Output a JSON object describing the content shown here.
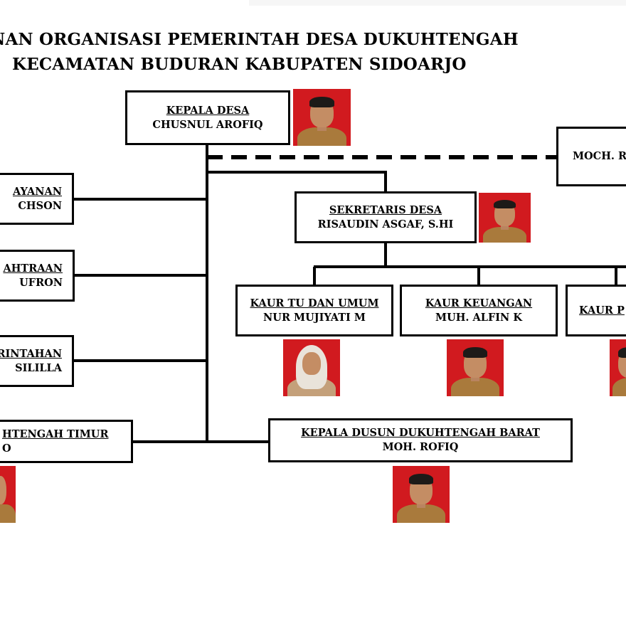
{
  "title": {
    "line1": "UNAN ORGANISASI PEMERINTAH DESA DUKUHTENGAH",
    "line2": "KECAMATAN BUDURAN KABUPATEN SIDOARJO"
  },
  "kepala_desa": {
    "role": "KEPALA DESA",
    "name": "CHUSNUL AROFIQ"
  },
  "bpd_box": {
    "name": "MOCH. R"
  },
  "sekretaris": {
    "role": "SEKRETARIS DESA",
    "name": "RISAUDIN ASGAF, S.HI"
  },
  "kasi": [
    {
      "role": "AYANAN",
      "name": "CHSON"
    },
    {
      "role": "AHTRAAN",
      "name": "UFRON"
    },
    {
      "role": "RINTAHAN",
      "name": "SILILLA"
    }
  ],
  "kaur": [
    {
      "role": "KAUR TU DAN UMUM",
      "name": "NUR MUJIYATI M"
    },
    {
      "role": "KAUR KEUANGAN",
      "name": "MUH. ALFIN K"
    },
    {
      "role": "KAUR P",
      "name": ""
    }
  ],
  "dusun_timur": {
    "role": "HTENGAH TIMUR",
    "name": "O"
  },
  "dusun_barat": {
    "role": "KEPALA DUSUN DUKUHTENGAH BARAT",
    "name": "MOH. ROFIQ"
  },
  "colors": {
    "photo_bg": "#d11a1f",
    "uniform": "#a97a3c",
    "line": "#000000"
  }
}
